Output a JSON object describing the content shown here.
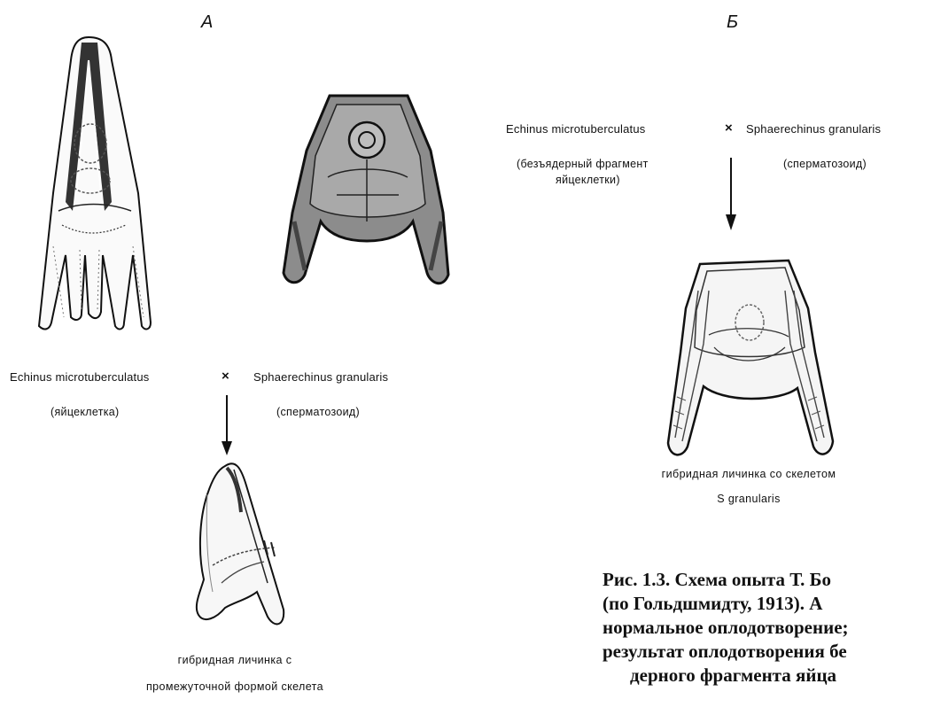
{
  "panels": {
    "a": {
      "letter": "А",
      "female": "Echinus microtuberculatus",
      "cross": "×",
      "male": "Sphaerechinus granularis",
      "female_note": "(яйцеклетка)",
      "male_note": "(сперматозоид)",
      "result_line1": "гибридная личинка с",
      "result_line2": "промежуточной формой скелета"
    },
    "b": {
      "letter": "Б",
      "female": "Echinus microtuberculatus",
      "cross": "×",
      "male": "Sphaerechinus granularis",
      "female_note_line1": "(безъядерный фрагмент",
      "female_note_line2": "яйцеклетки)",
      "male_note": "(сперматозоид)",
      "result_line1": "гибридная личинка со скелетом",
      "result_line2": "S granularis"
    }
  },
  "figure_caption": {
    "line1": "Рис. 1.3. Схема опыта Т. Бо",
    "line2": "(по Гольдшмидту, 1913). А",
    "line3": "нормальное оплодотворение;",
    "line4": "результат оплодотворения бе",
    "line5": "дерного фрагмента яйца"
  }
}
